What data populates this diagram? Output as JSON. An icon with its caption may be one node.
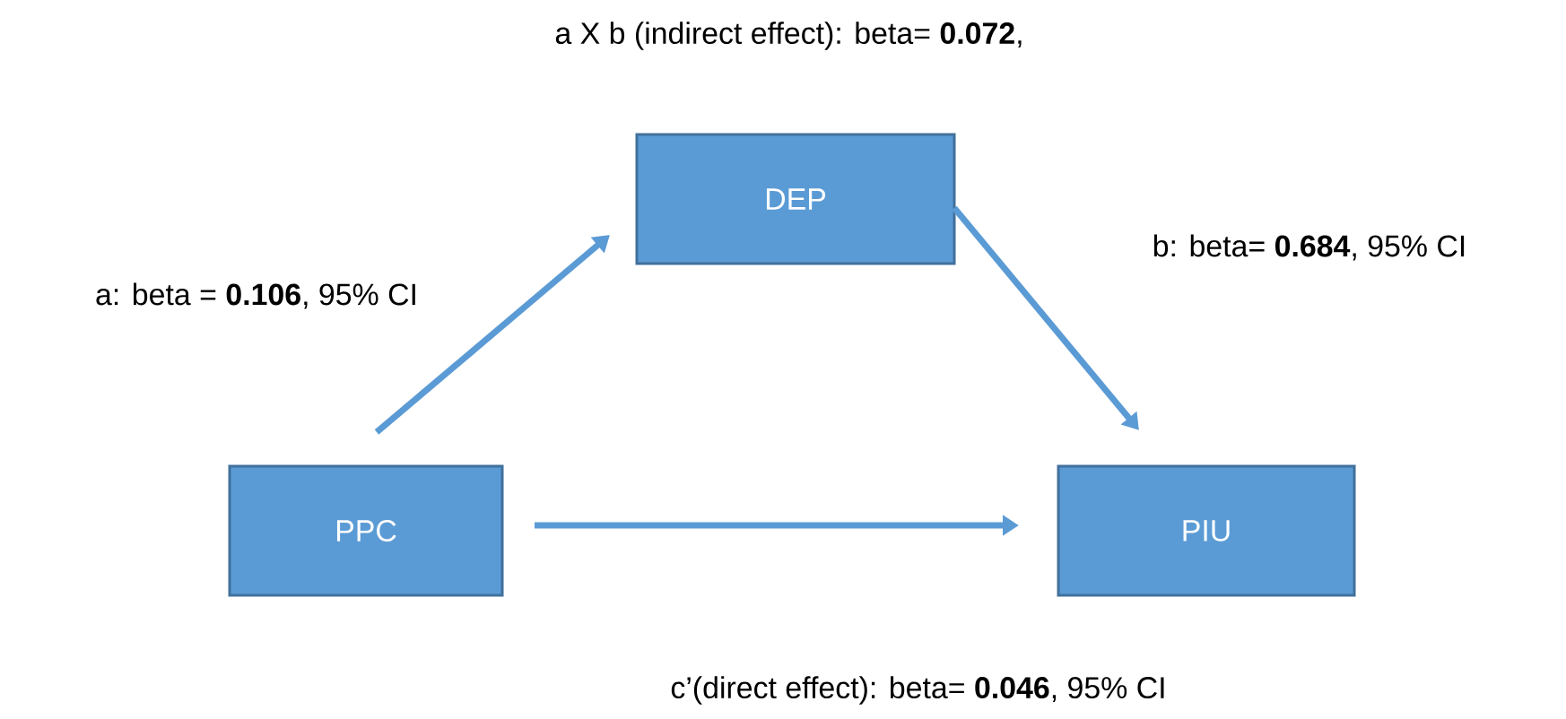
{
  "diagram": {
    "nodes": [
      {
        "text": [
          "DEP"
        ]
      },
      {
        "text": [
          "PPC"
        ]
      },
      {
        "text": [
          "PIU"
        ]
      }
    ],
    "edges": [
      {
        "from": 1,
        "to": 0,
        "arrow": "to",
        "label": "a: beta = **0.106**, 95% CI"
      },
      {
        "from": 0,
        "to": 2,
        "arrow": "to",
        "label": "b: beta= **0.684**, 95% CI"
      },
      {
        "from": 1,
        "to": 2,
        "arrow": "to",
        "label": "c’(direct effect): beta= **0.046**, 95% CI"
      }
    ],
    "labels": [
      "a X b (indirect effect): beta= **0.072**,"
    ]
  }
}
